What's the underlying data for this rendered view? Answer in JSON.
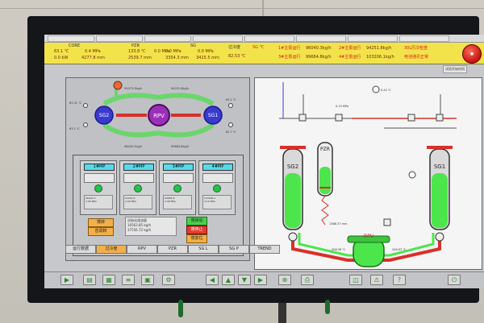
{
  "status": {
    "core_label": "CORE",
    "core_temp": "63.1 ℃",
    "core_pressure": "0.4 MPa",
    "core_power": "0.0 kW",
    "core_flow": "4277.8 mm",
    "pzr_label": "PZR",
    "pzr_temp": "133.8 ℃",
    "pzr_pressure": "0.0 MPa",
    "pzr_level": "2539.7 mm",
    "sg_label": "SG",
    "sg2_pressure": "0.0 MPa",
    "sg1_pressure": "0.0 MPa",
    "sg2_level": "3354.3 mm",
    "sg1_level": "3415.5 mm",
    "misc_label": "过冷度",
    "subcool": "82.53 ℃",
    "sg_tag": "SG ℃",
    "pump1": "1#主泵运行",
    "pump1_flow": "96040.3kg/h",
    "pump2": "2#主泵运行",
    "pump2_flow": "94251.8kg/h",
    "pump3": "3#主泵运行",
    "pump3_flow": "99684.8kg/h",
    "pump4": "4#主泵运行",
    "pump4_flow": "103206.1kg/h",
    "status_a": "30L历次检查",
    "status_b": "电池通讯正常",
    "sub_label": "试验开始时间"
  },
  "mimic_left": {
    "rpv": "RPV",
    "sg2": "SG2",
    "sg1": "SG1",
    "vals_top": [
      "95073.3kg/h",
      "94251.8kg/h"
    ],
    "vals_bottom": [
      "96040.3kg/h",
      "99684.8kg/h"
    ],
    "vals_side": [
      "63.31 ℃",
      "63.1 ℃",
      "63.1 ℃",
      "62.7 ℃"
    ]
  },
  "pumps": [
    {
      "title": "1#MP",
      "val1": "96040.3",
      "val2": "3.08 MPa"
    },
    {
      "title": "2#MP",
      "val1": "94251.8",
      "val2": "3.09 MPa"
    },
    {
      "title": "3#MP",
      "val1": "99684.8",
      "val2": "3.08 MPa"
    },
    {
      "title": "4#MP",
      "val1": "103206.1",
      "val2": "3.10 MPa"
    }
  ],
  "controls": {
    "orange1": "慢转",
    "orange2": "音调转",
    "info1": "初始化速流量",
    "info2": "10563.85 kg/h",
    "info3": "37556.72 kg/h",
    "green": "慢启动",
    "red": "慢停止",
    "orange3": "慢复位"
  },
  "mimic_right": {
    "sg2": "SG2",
    "sg1": "SG1",
    "pzr": "PZR",
    "rpv": "RPV",
    "val_a": "0.42 ℃",
    "val_b": "0.10 MPa",
    "val_c": "1388.37 mm",
    "val_d": "308.38 ℃",
    "val_e": "346.93 ℃"
  },
  "nav": {
    "tabs": [
      "运行数据",
      "过冷度",
      "RPV",
      "PZR",
      "SG L",
      "SG P",
      "TREND"
    ]
  },
  "toolbar": {
    "icons": [
      "play-icon",
      "report-icon",
      "chart-icon",
      "list-icon",
      "grid-icon",
      "settings-icon",
      "nav-left-icon",
      "nav-up-icon",
      "nav-down-icon",
      "nav-right-icon",
      "zoom-icon",
      "print-icon",
      "save-icon",
      "alarm-icon",
      "help-icon"
    ]
  },
  "colors": {
    "status_yellow": "#f3e34a",
    "status_red_text": "#d51a1a",
    "pipe_green": "#6bd66b",
    "pipe_red": "#d8302a",
    "vessel_green": "#4ce64c",
    "pump_title": "#58d9e9",
    "rpv_purple": "#9b2fb8",
    "sg_blue": "#3a3ad0"
  }
}
